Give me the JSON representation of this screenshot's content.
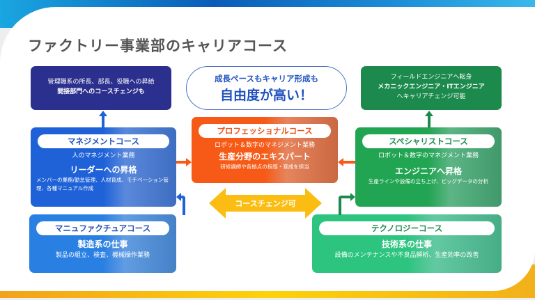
{
  "title": "ファクトリー事業部のキャリアコース",
  "center": {
    "line1": "成長ペースもキャリア形成も",
    "line2": "自由度が高い！"
  },
  "change": "コースチェンジ可",
  "top_left": {
    "line1": "管理職系の所長、部長、役職への昇給",
    "line2": "間接部門へのコースチェンジも"
  },
  "top_right": {
    "line1": "フィールドエンジニアへ転身",
    "line2": "メカニックエンジニア・ITエンジニア",
    "line3": "へキャリアチェンジ可能"
  },
  "management": {
    "name": "マネジメントコース",
    "desc": "人のマネジメント業務",
    "head": "リーダーへの昇格",
    "detail": "メンバーの業務/勤怠管理、人材育成、モチベーション管理、各種マニュアル作成"
  },
  "professional": {
    "name": "プロフェッショナルコース",
    "desc": "ロボット＆数字のマネジメント業務",
    "head": "生産分野のエキスパート",
    "detail": "研修講師や各拠点の指導・育成を担当"
  },
  "specialist": {
    "name": "スペシャリストコース",
    "desc": "ロボット＆数字のマネジメント業務",
    "head": "エンジニアへ昇格",
    "detail": "生産ラインや設備の立ち上げ、ビッグデータの分析"
  },
  "manufacture": {
    "name": "マニュファクチュアコース",
    "head": "製造系の仕事",
    "detail": "製品の組立、検査、機械操作業務"
  },
  "technology": {
    "name": "テクノロジーコース",
    "head": "技術系の仕事",
    "detail": "設備のメンテナンスや不良品解析、生産効率の改善"
  },
  "colors": {
    "navy": "#2b2f8e",
    "blue": "#1f62d8",
    "lightblue": "#2a80e2",
    "orange": "#f65a16",
    "darkgreen": "#1b8a4c",
    "green": "#22a553",
    "mint": "#2cc47f",
    "yellow": "#fbbd12"
  }
}
